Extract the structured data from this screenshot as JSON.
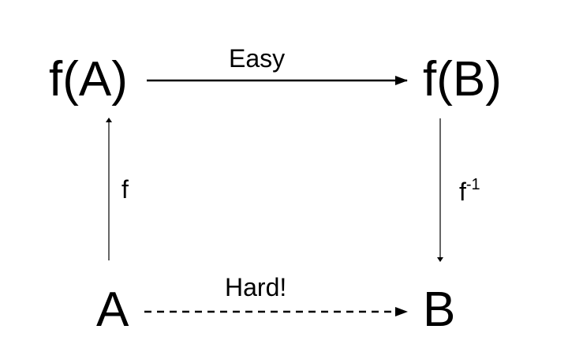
{
  "diagram": {
    "nodes": {
      "f_a": "f(A)",
      "f_b": "f(B)",
      "a": "A",
      "b": "B"
    },
    "edges": {
      "top": {
        "label": "Easy",
        "style": "solid"
      },
      "bottom": {
        "label": "Hard!",
        "style": "dashed"
      },
      "left": {
        "label": "f",
        "style": "solid"
      },
      "right": {
        "label": "f",
        "label_sup": "-1",
        "style": "solid"
      }
    },
    "colors": {
      "stroke": "#000000",
      "text": "#000000",
      "background": "#ffffff"
    }
  }
}
